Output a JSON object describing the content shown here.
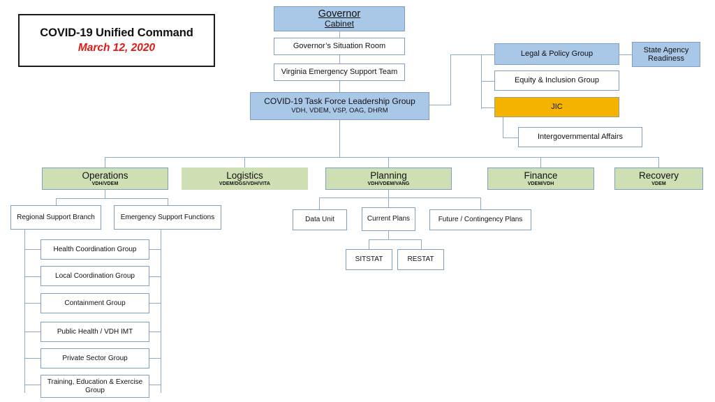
{
  "title_card": {
    "line1": "COVID-19 Unified Command",
    "line2": "March 12, 2020",
    "accent_color": "#e01b18"
  },
  "colors": {
    "blue_fill": "#a9c7e7",
    "green_fill": "#cfdfb4",
    "amber_fill": "#f5b301",
    "white_fill": "#ffffff",
    "border": "#7d9fc0",
    "connector": "#8faac4",
    "title_border": "#1b1b1b"
  },
  "command_chain": {
    "governor": {
      "title": "Governor",
      "subtitle": "Cabinet",
      "fill": "blue"
    },
    "situation_room": {
      "title": "Governor’s Situation Room",
      "fill": "white"
    },
    "vest": {
      "title": "Virginia Emergency Support Team",
      "fill": "white"
    },
    "task_force": {
      "title": "COVID-19 Task Force Leadership Group",
      "subtitle": "VDH, VDEM, VSP, OAG, DHRM",
      "fill": "blue"
    }
  },
  "support_groups": [
    {
      "title": "Legal & Policy Group",
      "fill": "blue"
    },
    {
      "title": "Equity & Inclusion Group",
      "fill": "white"
    },
    {
      "title": "JIC",
      "fill": "amber"
    }
  ],
  "state_agency_readiness": {
    "title": "State Agency Readiness",
    "fill": "blue"
  },
  "intergovernmental_affairs": {
    "title": "Intergovernmental Affairs",
    "fill": "white"
  },
  "sections": [
    {
      "title": "Operations",
      "subtitle": "VDH/VDEM",
      "fill": "green"
    },
    {
      "title": "Logistics",
      "subtitle": "VDEM/DGS/VDH/VITA",
      "fill": "green-no-border"
    },
    {
      "title": "Planning",
      "subtitle": "VDH/VDEM/VANG",
      "fill": "green"
    },
    {
      "title": "Finance",
      "subtitle": "VDEM/VDH",
      "fill": "green"
    },
    {
      "title": "Recovery",
      "subtitle": "VDEM",
      "fill": "green"
    }
  ],
  "operations_branches": [
    {
      "title": "Regional Support Branch"
    },
    {
      "title": "Emergency Support Functions"
    }
  ],
  "operations_groups": [
    {
      "title": "Health Coordination Group"
    },
    {
      "title": "Local Coordination Group"
    },
    {
      "title": "Containment Group"
    },
    {
      "title": "Public Health / VDH IMT"
    },
    {
      "title": "Private Sector Group"
    },
    {
      "title": "Training, Education & Exercise Group"
    }
  ],
  "planning_units": [
    {
      "title": "Data Unit"
    },
    {
      "title": "Current Plans"
    },
    {
      "title": "Future / Contingency Plans"
    }
  ],
  "current_plans_children": [
    {
      "title": "SITSTAT"
    },
    {
      "title": "RESTAT"
    }
  ]
}
